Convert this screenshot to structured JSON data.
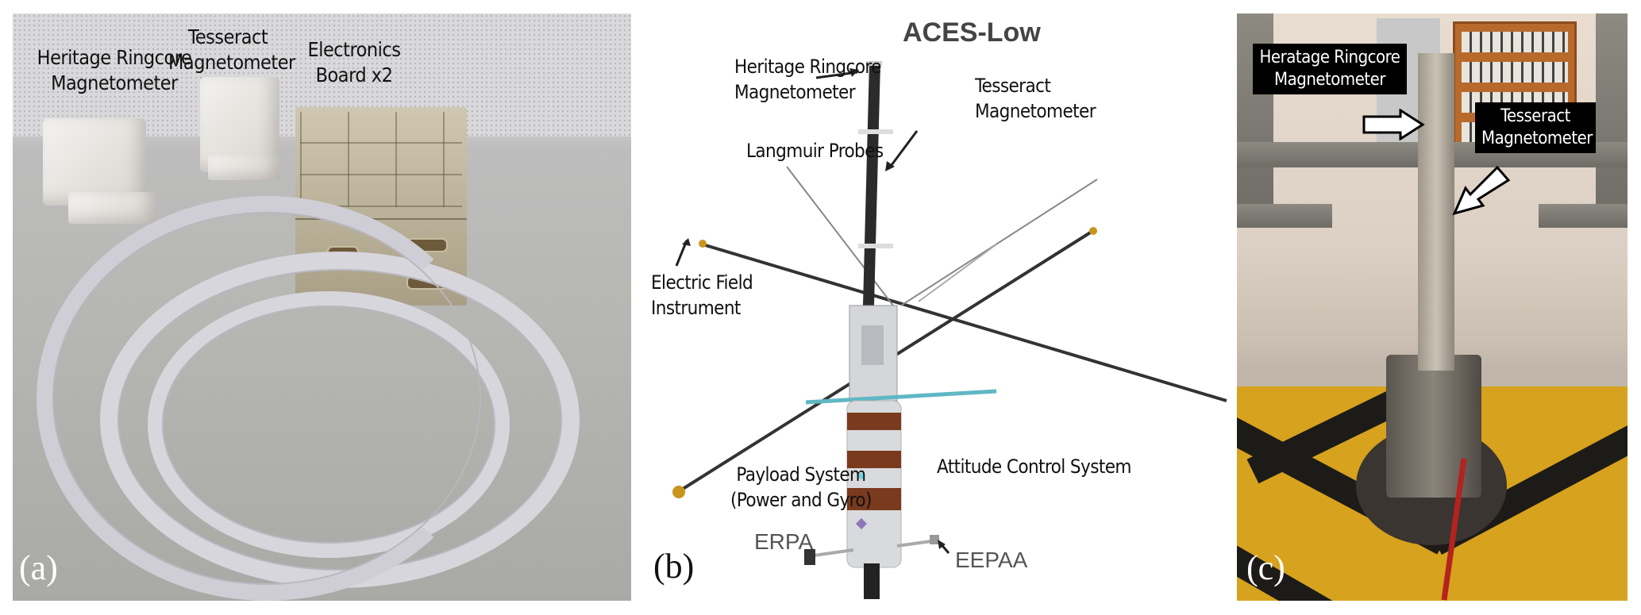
{
  "figure": {
    "panels": [
      {
        "id": "a",
        "tag": "(a)",
        "kind": "photograph",
        "labels": {
          "heritage": [
            "Heritage Ringcore",
            "Magnetometer"
          ],
          "tesseract": [
            "Tesseract",
            "Magnetometer"
          ],
          "electronics": "Electronics Board x2"
        }
      },
      {
        "id": "b",
        "tag": "(b)",
        "kind": "diagram",
        "title": "ACES-Low",
        "labels": {
          "heritage": [
            "Heritage Ringcore",
            "Magnetometer"
          ],
          "tesseract": [
            "Tesseract",
            "Magnetometer"
          ],
          "langmuir": "Langmuir Probes",
          "efield": [
            "Electric Field",
            "Instrument"
          ],
          "payload": [
            "Payload System",
            "(Power and Gyro)"
          ],
          "attitude": "Attitude Control System",
          "erpa": "ERPA",
          "eepaa": "EEPAA"
        }
      },
      {
        "id": "c",
        "tag": "(c)",
        "kind": "photograph",
        "labels": {
          "heritage": [
            "Heratage Ringcore",
            "Magnetometer"
          ],
          "tesseract": [
            "Tesseract",
            "Magnetometer"
          ]
        }
      }
    ],
    "colors": {
      "panel_tag_light": "#ffffff",
      "panel_tag_dark": "#111111",
      "boom_tip": "#c8951f",
      "rocket_band": "#7a3a1e",
      "cyan_boom": "#5fb7c4",
      "safety_yellow": "#d7a21d"
    }
  }
}
